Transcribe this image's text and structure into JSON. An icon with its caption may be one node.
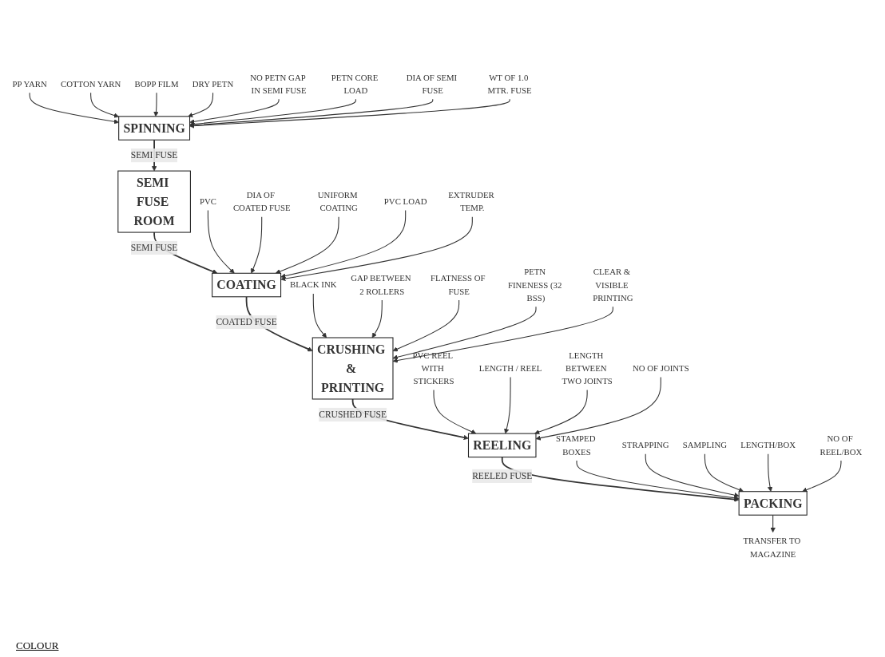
{
  "diagram": {
    "nodes": [
      {
        "text": [
          "SPINNING"
        ]
      },
      {
        "text": [
          "SEMI FUSE ROOM"
        ]
      },
      {
        "text": [
          "COATING"
        ]
      },
      {
        "text": [
          "CRUSHING & PRINTING"
        ]
      },
      {
        "text": [
          "REELING"
        ]
      },
      {
        "text": [
          "PACKING"
        ]
      },
      {
        "text": [
          "PP YARN"
        ]
      },
      {
        "text": [
          "COTTON YARN"
        ]
      },
      {
        "text": [
          "BOPP FILM"
        ]
      },
      {
        "text": [
          "DRY PETN"
        ]
      },
      {
        "text": [
          "NO PETN GAP IN SEMI FUSE"
        ]
      },
      {
        "text": [
          "PETN CORE LOAD"
        ]
      },
      {
        "text": [
          "DIA OF SEMI FUSE"
        ]
      },
      {
        "text": [
          "WT OF 1.0 MTR. FUSE"
        ]
      },
      {
        "text": [
          "PVC"
        ]
      },
      {
        "text": [
          "DIA OF COATED FUSE"
        ]
      },
      {
        "text": [
          "UNIFORM COATING"
        ]
      },
      {
        "text": [
          "PVC LOAD"
        ]
      },
      {
        "text": [
          "EXTRUDER TEMP."
        ]
      },
      {
        "text": [
          "BLACK INK"
        ]
      },
      {
        "text": [
          "GAP BETWEEN 2 ROLLERS"
        ]
      },
      {
        "text": [
          "FLATNESS OF FUSE"
        ]
      },
      {
        "text": [
          "PETN FINENESS (32 BSS)"
        ]
      },
      {
        "text": [
          "CLEAR & VISIBLE PRINTING"
        ]
      },
      {
        "text": [
          "PVC REEL WITH STICKERS"
        ]
      },
      {
        "text": [
          "LENGTH / REEL"
        ]
      },
      {
        "text": [
          "LENGTH BETWEEN TWO JOINTS"
        ]
      },
      {
        "text": [
          "NO OF JOINTS"
        ]
      },
      {
        "text": [
          "STAMPED BOXES"
        ]
      },
      {
        "text": [
          "STRAPPING"
        ]
      },
      {
        "text": [
          "SAMPLING"
        ]
      },
      {
        "text": [
          "LENGTH/BOX"
        ]
      },
      {
        "text": [
          "NO OF REEL/BOX"
        ]
      },
      {
        "text": [
          "TRANSFER TO MAGAZINE"
        ]
      }
    ],
    "edges": [
      {
        "from": 0,
        "to": 1,
        "arrow": "to",
        "label": "SEMI FUSE"
      },
      {
        "from": 1,
        "to": 2,
        "arrow": "to",
        "label": "SEMI FUSE"
      },
      {
        "from": 2,
        "to": 3,
        "arrow": "to",
        "label": "COATED FUSE"
      },
      {
        "from": 3,
        "to": 4,
        "arrow": "to",
        "label": "CRUSHED FUSE"
      },
      {
        "from": 4,
        "to": 5,
        "arrow": "to",
        "label": "REELED FUSE"
      },
      {
        "from": 5,
        "to": 33,
        "arrow": "to"
      },
      {
        "from": 6,
        "to": 0,
        "arrow": "to"
      },
      {
        "from": 7,
        "to": 0,
        "arrow": "to"
      },
      {
        "from": 8,
        "to": 0,
        "arrow": "to"
      },
      {
        "from": 9,
        "to": 0,
        "arrow": "to"
      },
      {
        "from": 10,
        "to": 0,
        "arrow": "to"
      },
      {
        "from": 11,
        "to": 0,
        "arrow": "to"
      },
      {
        "from": 12,
        "to": 0,
        "arrow": "to"
      },
      {
        "from": 13,
        "to": 0,
        "arrow": "to"
      },
      {
        "from": 14,
        "to": 2,
        "arrow": "to"
      },
      {
        "from": 15,
        "to": 2,
        "arrow": "to"
      },
      {
        "from": 16,
        "to": 2,
        "arrow": "to"
      },
      {
        "from": 17,
        "to": 2,
        "arrow": "to"
      },
      {
        "from": 18,
        "to": 2,
        "arrow": "to"
      },
      {
        "from": 19,
        "to": 3,
        "arrow": "to"
      },
      {
        "from": 20,
        "to": 3,
        "arrow": "to"
      },
      {
        "from": 21,
        "to": 3,
        "arrow": "to"
      },
      {
        "from": 22,
        "to": 3,
        "arrow": "to"
      },
      {
        "from": 23,
        "to": 3,
        "arrow": "to"
      },
      {
        "from": 24,
        "to": 4,
        "arrow": "to"
      },
      {
        "from": 25,
        "to": 4,
        "arrow": "to"
      },
      {
        "from": 26,
        "to": 4,
        "arrow": "to"
      },
      {
        "from": 27,
        "to": 4,
        "arrow": "to"
      },
      {
        "from": 28,
        "to": 5,
        "arrow": "to"
      },
      {
        "from": 29,
        "to": 5,
        "arrow": "to"
      },
      {
        "from": 30,
        "to": 5,
        "arrow": "to"
      },
      {
        "from": 31,
        "to": 5,
        "arrow": "to"
      },
      {
        "from": 32,
        "to": 5,
        "arrow": "to"
      }
    ],
    "labels": [
      "COLOUR"
    ]
  }
}
